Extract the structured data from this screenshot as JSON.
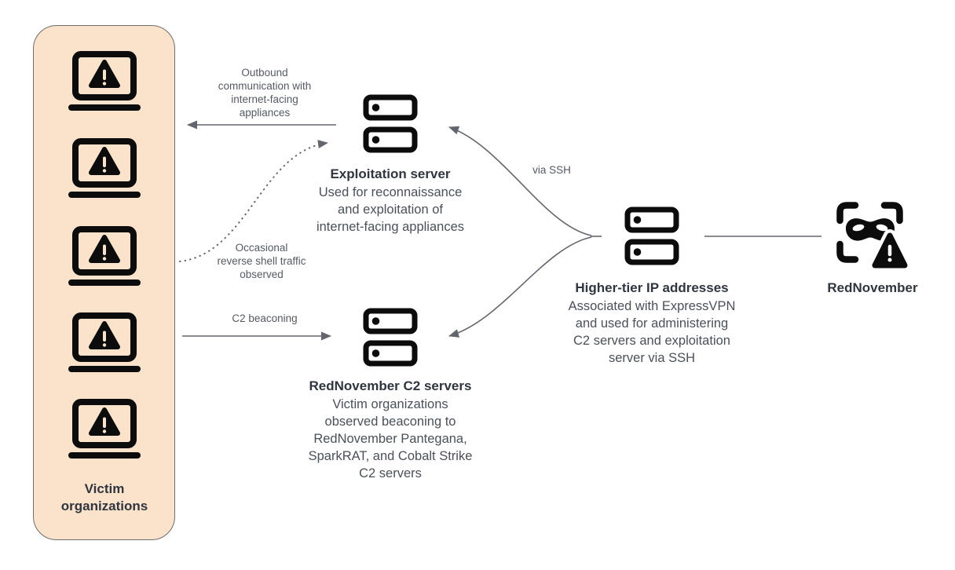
{
  "colors": {
    "background": "#ffffff",
    "panel_fill": "#fae3ca",
    "panel_border": "#6e6e6e",
    "icon": "#0c0c0c",
    "title_text": "#30353f",
    "body_text": "#4b5058",
    "edge_label_text": "#555a62",
    "edge_line": "#63666d"
  },
  "victim_panel": {
    "label": "Victim organizations",
    "icon": "laptop-warning-icon",
    "laptop_count": 5
  },
  "nodes": {
    "exploitation_server": {
      "icon": "server-icon",
      "title": "Exploitation server",
      "description_lines": [
        "Used for reconnaissance",
        "and exploitation of",
        "internet-facing appliances"
      ]
    },
    "c2_servers": {
      "icon": "server-icon",
      "title": "RedNovember C2 servers",
      "description_lines": [
        "Victim organizations",
        "observed beaconing to",
        "RedNovember Pantegana,",
        "SparkRAT, and Cobalt Strike",
        "C2 servers"
      ]
    },
    "higher_tier_ips": {
      "icon": "server-icon",
      "title": "Higher-tier IP addresses",
      "description_lines": [
        "Associated with ExpressVPN",
        "and used for administering",
        "C2 servers and exploitation",
        "server via SSH"
      ]
    },
    "rednovember": {
      "icon": "masked-threat-actor-icon",
      "title": "RedNovember"
    }
  },
  "edges": {
    "outbound_communication": {
      "label_lines": [
        "Outbound",
        "communication with",
        "internet-facing",
        "appliances"
      ],
      "style": "solid-arrow-to-victims"
    },
    "reverse_shell": {
      "label_lines": [
        "Occasional",
        "reverse shell traffic",
        "observed"
      ],
      "style": "dotted-arrow-to-exploitation-server"
    },
    "c2_beaconing": {
      "label": "C2 beaconing",
      "style": "solid-arrow-to-c2-servers"
    },
    "via_ssh": {
      "label": "via SSH",
      "style": "curved-arrows-from-higher-tier"
    }
  }
}
